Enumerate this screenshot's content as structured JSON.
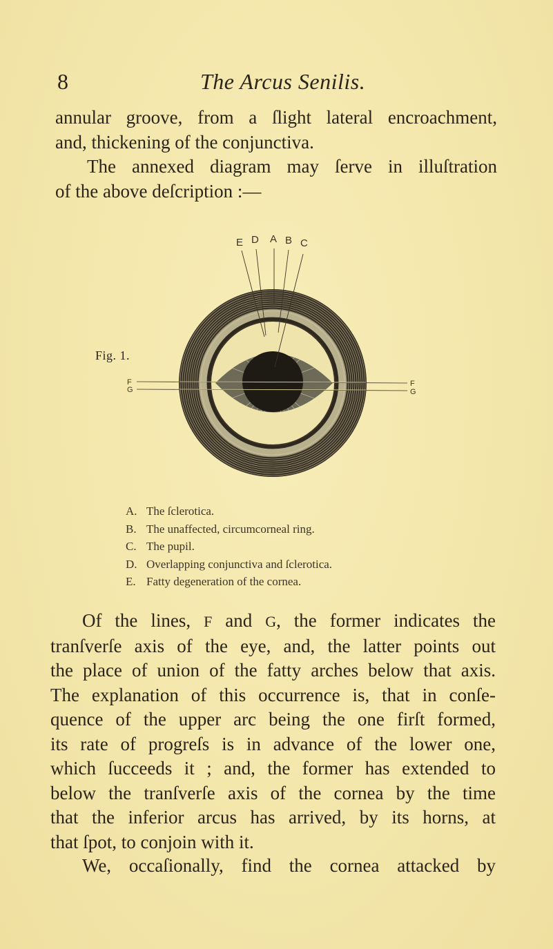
{
  "header": {
    "page_number": "8",
    "running_title": "The Arcus Senilis."
  },
  "intro_paragraph": {
    "lines": [
      "annular groove, from a ſlight lateral encroachment,",
      "and, thickening of the conjunctiva."
    ]
  },
  "annex_paragraph": {
    "lines": [
      "The annexed diagram may ſerve in illuſtration",
      "of the above deſcription :—"
    ]
  },
  "figure": {
    "label": "Fig. 1.",
    "pointer_labels": [
      "E",
      "D",
      "A",
      "B",
      "C"
    ],
    "axis_labels": {
      "left_f": "F",
      "left_g": "G",
      "right_f": "F",
      "right_g": "G"
    },
    "colors": {
      "sclera_rings": "#3a3226",
      "arcus_band": "#d9d0a8",
      "iris": "#6e6a58",
      "pupil": "#1e1a14"
    }
  },
  "legend": {
    "items": [
      {
        "key": "A.",
        "text": "The ſclerotica."
      },
      {
        "key": "B.",
        "text": "The unaffected, circumcorneal ring."
      },
      {
        "key": "C.",
        "text": "The pupil."
      },
      {
        "key": "D.",
        "text": "Overlapping conjunctiva and ſclerotica."
      },
      {
        "key": "E.",
        "text": "Fatty degeneration of the cornea."
      }
    ]
  },
  "body_paragraph": {
    "lines": [
      [
        "Of the lines, ",
        "F",
        " and ",
        "G",
        ", the former indicates the"
      ],
      "tranſverſe axis of the eye, and, the latter points out",
      "the place of union of the fatty arches below that axis.",
      "The explanation of this occurrence is, that in conſe-",
      "quence of the upper arc being the one firſt formed,",
      "its rate of progreſs is in advance of the lower one,",
      "which ſucceeds it ; and, the former has extended to",
      "below the tranſverſe axis of the cornea by the time",
      "that the inferior arcus has arrived, by its horns, at",
      "that ſpot, to conjoin with it."
    ]
  },
  "final_paragraph": {
    "lines": [
      "We, occaſionally, find the cornea attacked by"
    ]
  }
}
